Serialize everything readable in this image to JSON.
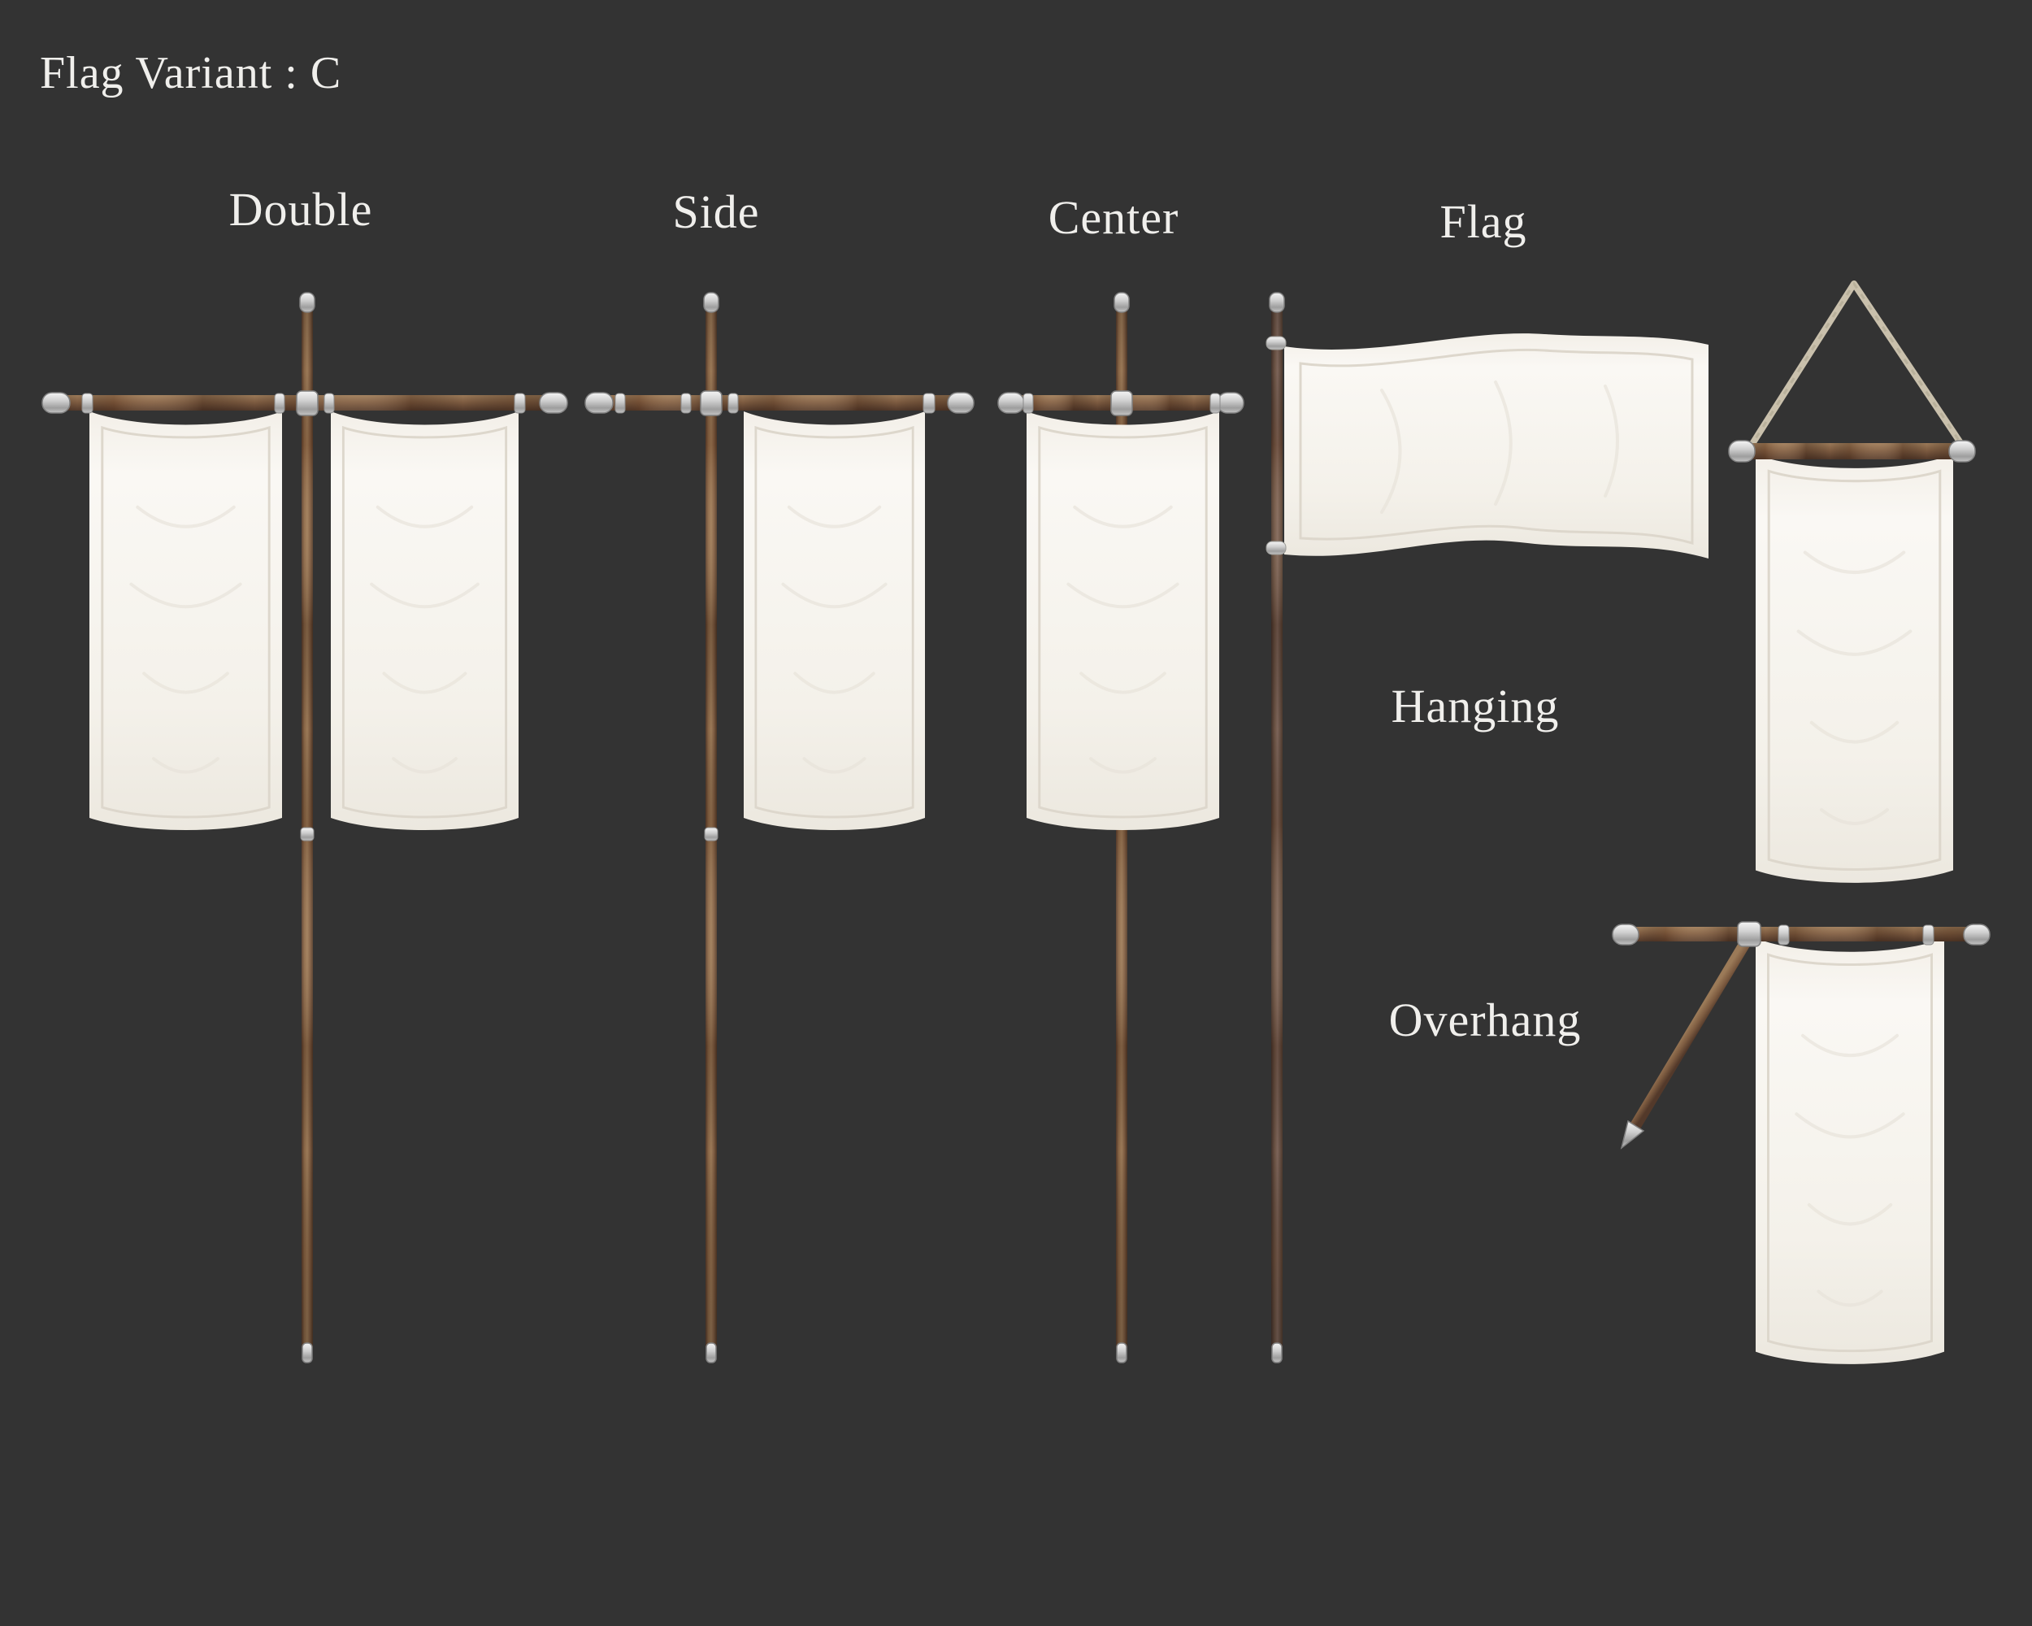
{
  "header": {
    "title": "Flag Variant : C"
  },
  "variants": [
    {
      "id": "double",
      "label": "Double"
    },
    {
      "id": "side",
      "label": "Side"
    },
    {
      "id": "center",
      "label": "Center"
    },
    {
      "id": "flag",
      "label": "Flag"
    },
    {
      "id": "hanging",
      "label": "Hanging"
    },
    {
      "id": "overhang",
      "label": "Overhang"
    }
  ],
  "colors": {
    "background": "#333333",
    "text": "#f0efec",
    "wood-light": "#9b7a58",
    "wood-mid": "#7e5c41",
    "wood-dark": "#53392a",
    "wood-pole-dark": "#6a5243",
    "silver-light": "#f4f4f4",
    "silver-mid": "#cfcfcf",
    "silver-dark": "#9e9e9e",
    "rope": "#c9c0ac",
    "cloth-light": "#faf8f4",
    "cloth-base": "#f4f1ea",
    "cloth-shade": "#ece8df",
    "stitch": "#ddd7cc"
  }
}
